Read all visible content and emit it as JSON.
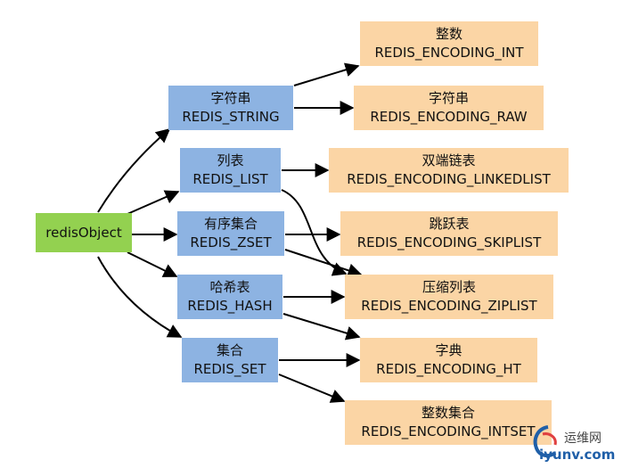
{
  "root": {
    "label": "redisObject"
  },
  "types": [
    {
      "line1": "字符串",
      "line2": "REDIS_STRING"
    },
    {
      "line1": "列表",
      "line2": "REDIS_LIST"
    },
    {
      "line1": "有序集合",
      "line2": "REDIS_ZSET"
    },
    {
      "line1": "哈希表",
      "line2": "REDIS_HASH"
    },
    {
      "line1": "集合",
      "line2": "REDIS_SET"
    }
  ],
  "encodings": [
    {
      "line1": "整数",
      "line2": "REDIS_ENCODING_INT"
    },
    {
      "line1": "字符串",
      "line2": "REDIS_ENCODING_RAW"
    },
    {
      "line1": "双端链表",
      "line2": "REDIS_ENCODING_LINKEDLIST"
    },
    {
      "line1": "跳跃表",
      "line2": "REDIS_ENCODING_SKIPLIST"
    },
    {
      "line1": "压缩列表",
      "line2": "REDIS_ENCODING_ZIPLIST"
    },
    {
      "line1": "字典",
      "line2": "REDIS_ENCODING_HT"
    },
    {
      "line1": "整数集合",
      "line2": "REDIS_ENCODING_INTSET"
    }
  ],
  "colors": {
    "root": "#93d150",
    "type": "#8db3e2",
    "encoding": "#fbd5a5"
  },
  "watermark": {
    "name": "运维网",
    "url": "iyunv.com"
  }
}
